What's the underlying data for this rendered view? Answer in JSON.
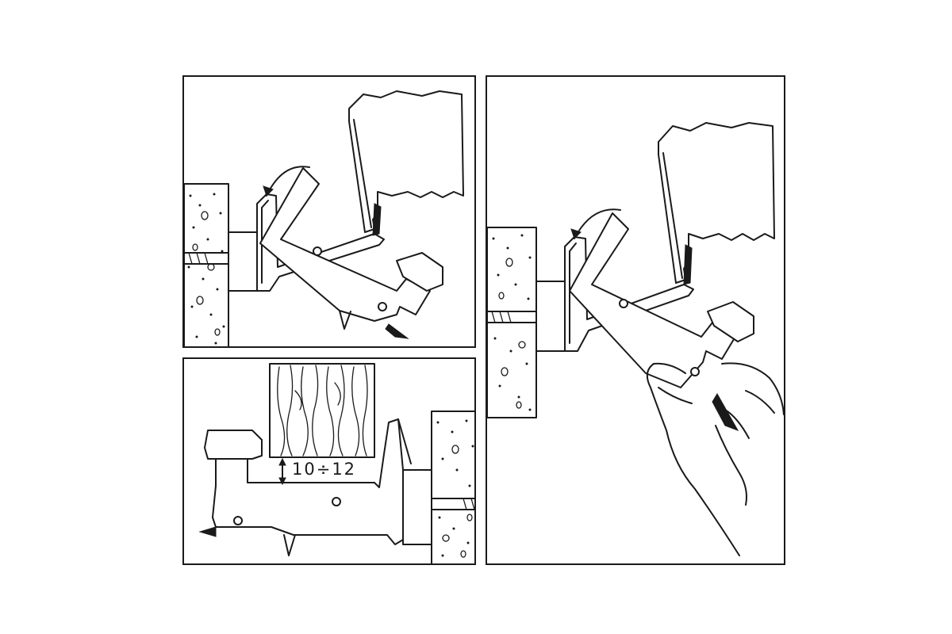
{
  "figure": {
    "panels": [
      {
        "id": "a",
        "label": "tilting-clip-onto-profile"
      },
      {
        "id": "b",
        "label": "clip-installed-under-board"
      },
      {
        "id": "c",
        "label": "hand-inserting-clip"
      }
    ],
    "gap_label": "10÷12",
    "colors": {
      "ink": "#1a1a1a",
      "paper": "#ffffff"
    }
  }
}
